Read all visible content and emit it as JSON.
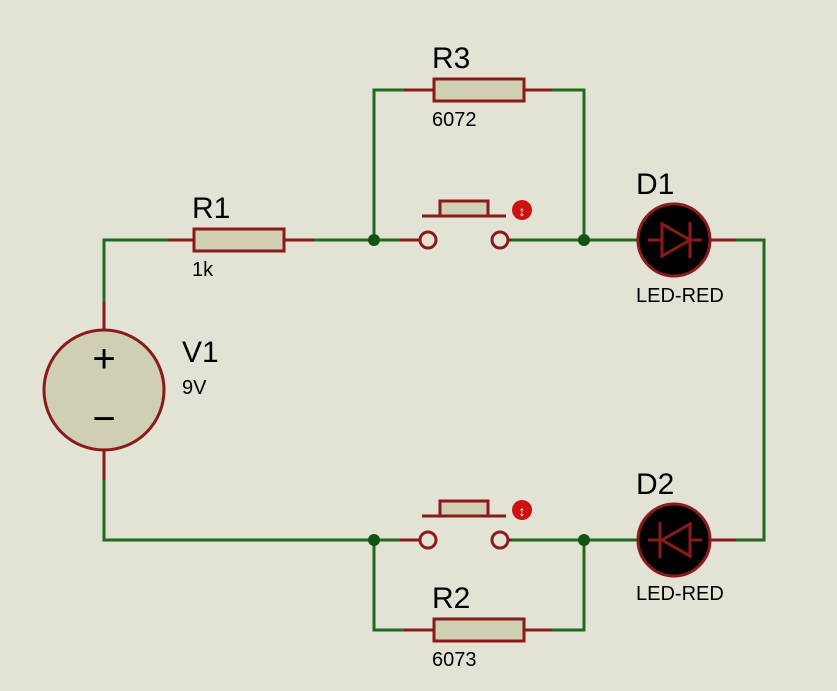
{
  "components": {
    "r1": {
      "ref": "R1",
      "value": "1k"
    },
    "r2": {
      "ref": "R2",
      "value": "6073"
    },
    "r3": {
      "ref": "R3",
      "value": "6072"
    },
    "v1": {
      "ref": "V1",
      "value": "9V"
    },
    "d1": {
      "ref": "D1",
      "value": "LED-RED"
    },
    "d2": {
      "ref": "D2",
      "value": "LED-RED"
    }
  },
  "symbols": {
    "battery_plus": "+",
    "battery_minus": "−",
    "switch_indicator": "↕"
  },
  "colors": {
    "background": "#e2e2d5",
    "wire": "#1f6b1f",
    "component_outline": "#8b1a1a",
    "component_fill": "#cfcfb3",
    "led_body": "#000000",
    "indicator": "#cc1111"
  }
}
